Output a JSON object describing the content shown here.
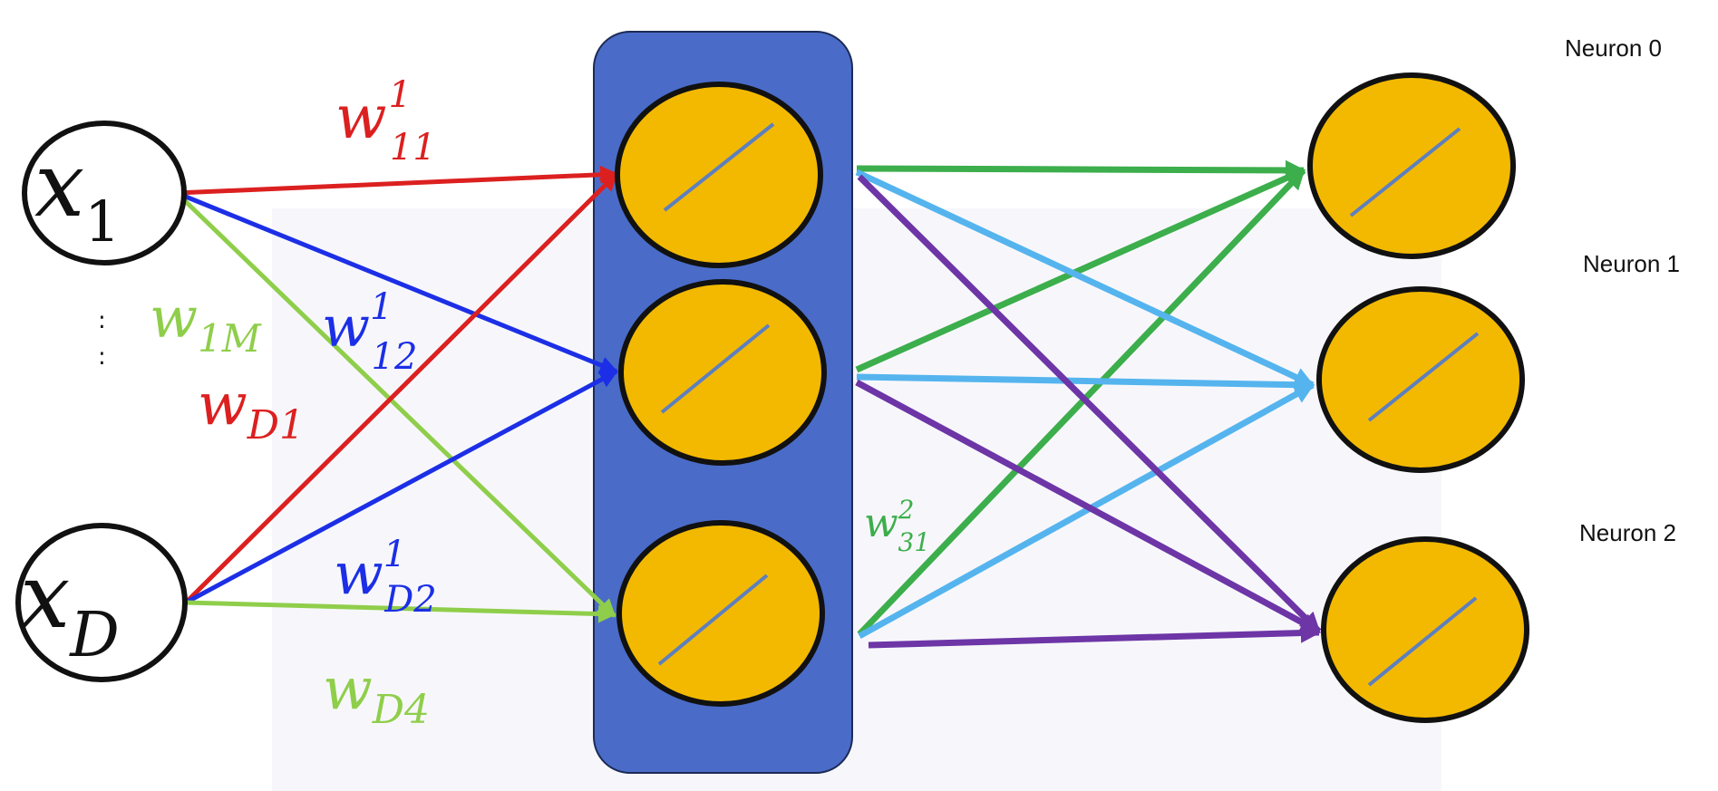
{
  "neuron_labels": [
    "Neuron 0",
    "Neuron 1",
    "Neuron 2"
  ],
  "inputs": {
    "first": {
      "base": "x",
      "sub": "1"
    },
    "last": {
      "base": "x",
      "sub": "D"
    },
    "ellipsis": ":"
  },
  "weights": {
    "w11": {
      "base": "w",
      "sub": "11",
      "sup": "1"
    },
    "w12": {
      "base": "w",
      "sub": "12",
      "sup": "1"
    },
    "w1M": {
      "base": "w",
      "sub": "1M"
    },
    "wD1": {
      "base": "w",
      "sub": "D1"
    },
    "wD2": {
      "base": "w",
      "sub": "D2",
      "sup": "1"
    },
    "wD4": {
      "base": "w",
      "sub": "D4"
    },
    "w31": {
      "base": "w",
      "sub": "31",
      "sup": "2"
    }
  },
  "colors": {
    "red": "#dc2020",
    "blue": "#1c2fe6",
    "light_green": "#8fce4a",
    "green": "#3cae4c",
    "sky_blue": "#55b4ee",
    "purple": "#6d35a6",
    "layer_box": "#4a6cc8",
    "neuron_fill": "#f2b900",
    "neuron_line": "#5e7fbf"
  }
}
